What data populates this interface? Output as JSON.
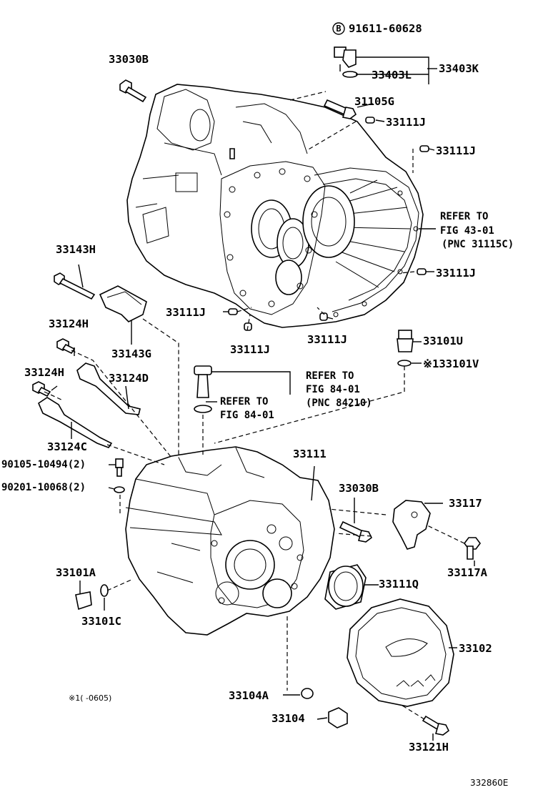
{
  "labels": {
    "p_91611_60628": "91611-60628",
    "p_b_marker": "B",
    "p_33403k": "33403K",
    "p_33403l": "33403L",
    "p_33030b_top": "33030B",
    "p_31105g": "31105G",
    "p_33111j_a": "33111J",
    "p_33111j_b": "33111J",
    "p_33111j_c": "33111J",
    "p_33111j_d": "33111J",
    "p_33111j_e": "33111J",
    "p_33111j_f": "33111J",
    "refer_43_l1": "REFER TO",
    "refer_43_l2": "FIG 43-01",
    "refer_43_l3": "(PNC 31115C)",
    "p_33143h": "33143H",
    "p_33143g": "33143G",
    "p_33124h_a": "33124H",
    "p_33124h_b": "33124H",
    "p_33124d": "33124D",
    "p_33124c": "33124C",
    "refer_84a_l1": "REFER TO",
    "refer_84a_l2": "FIG 84-01",
    "refer_84a_l3": "(PNC 84210)",
    "refer_84b_l1": "REFER TO",
    "refer_84b_l2": "FIG 84-01",
    "p_33101u": "33101U",
    "p_33101v": "※133101V",
    "p_90105": "90105-10494(2)",
    "p_90201": "90201-10068(2)",
    "p_33111": "33111",
    "p_33030b_mid": "33030B",
    "p_33117": "33117",
    "p_33117a": "33117A",
    "p_33101a": "33101A",
    "p_33101c": "33101C",
    "p_33111q": "33111Q",
    "p_33102": "33102",
    "p_33104a": "33104A",
    "p_33104": "33104",
    "p_33121h": "33121H",
    "footnote": "※1(    -0605)",
    "diagram_code": "332860E"
  }
}
